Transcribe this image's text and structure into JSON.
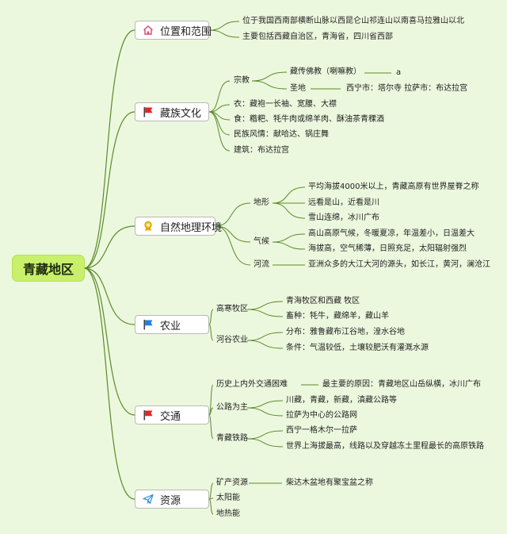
{
  "root": "青藏地区",
  "branches": [
    {
      "id": "location",
      "title": "位置和范围",
      "icon": "home-icon",
      "items": [
        "位于我国西南部横断山脉以西昆仑山祁连山以南喜马拉雅山以北",
        "主要包括西藏自治区，青海省，四川省西部"
      ]
    },
    {
      "id": "culture",
      "title": "藏族文化",
      "icon": "red-flag-icon",
      "groups": [
        {
          "label": "宗教",
          "items": [
            {
              "text": "藏传佛教（喇嘛教）",
              "note": "a"
            },
            {
              "text": "圣地",
              "note": "西宁市：塔尔寺 拉萨市：布达拉宫"
            }
          ]
        },
        {
          "label": "衣：藏袍一长袖、宽腰、大襟"
        },
        {
          "label": "食：糌粑、牦牛肉或绵羊肉、酥油茶青稞酒"
        },
        {
          "label": "民族风情：献哈达、锅庄舞"
        },
        {
          "label": "建筑：布达拉宫"
        }
      ]
    },
    {
      "id": "geography",
      "title": "自然地理环境",
      "icon": "award-icon",
      "groups": [
        {
          "label": "地形",
          "items": [
            "平均海拔4000米以上，青藏高原有世界屋脊之称",
            "远看是山，近看是川",
            "雪山连绵，冰川广布"
          ]
        },
        {
          "label": "气候",
          "items": [
            "高山高原气候，冬暖夏凉，年温差小，日温差大",
            "海拔高，空气稀薄，日照充足，太阳辐射强烈"
          ]
        },
        {
          "label": "河流",
          "items": [
            "亚洲众多的大江大河的源头，如长江，黄河，澜沧江"
          ]
        }
      ]
    },
    {
      "id": "agriculture",
      "title": "农业",
      "icon": "blue-flag-icon",
      "groups": [
        {
          "label": "高寒牧区",
          "items": [
            "青海牧区和西藏 牧区",
            "畜种：牦牛，藏绵羊，藏山羊"
          ]
        },
        {
          "label": "河谷农业",
          "items": [
            "分布：雅鲁藏布江谷地，湟水谷地",
            "条件：气温较低，土壤较肥沃有灌溉水源"
          ]
        }
      ]
    },
    {
      "id": "transport",
      "title": "交通",
      "icon": "red-flag-icon",
      "groups": [
        {
          "label": "历史上内外交通困难",
          "items": [
            "最主要的原因：青藏地区山岳纵横，冰川广布"
          ]
        },
        {
          "label": "公路为主",
          "items": [
            "川藏，青藏，新藏，滇藏公路等",
            "拉萨为中心的公路网"
          ]
        },
        {
          "label": "青藏铁路",
          "items": [
            "西宁一格木尔一拉萨",
            "世界上海拔最高，线路以及穿越冻土里程最长的高原铁路"
          ]
        }
      ]
    },
    {
      "id": "resources",
      "title": "资源",
      "icon": "paper-plane-icon",
      "groups": [
        {
          "label": "矿产资源",
          "items": [
            "柴达木盆地有聚宝盆之称"
          ]
        },
        {
          "label": "太阳能"
        },
        {
          "label": "地热能"
        }
      ]
    }
  ]
}
